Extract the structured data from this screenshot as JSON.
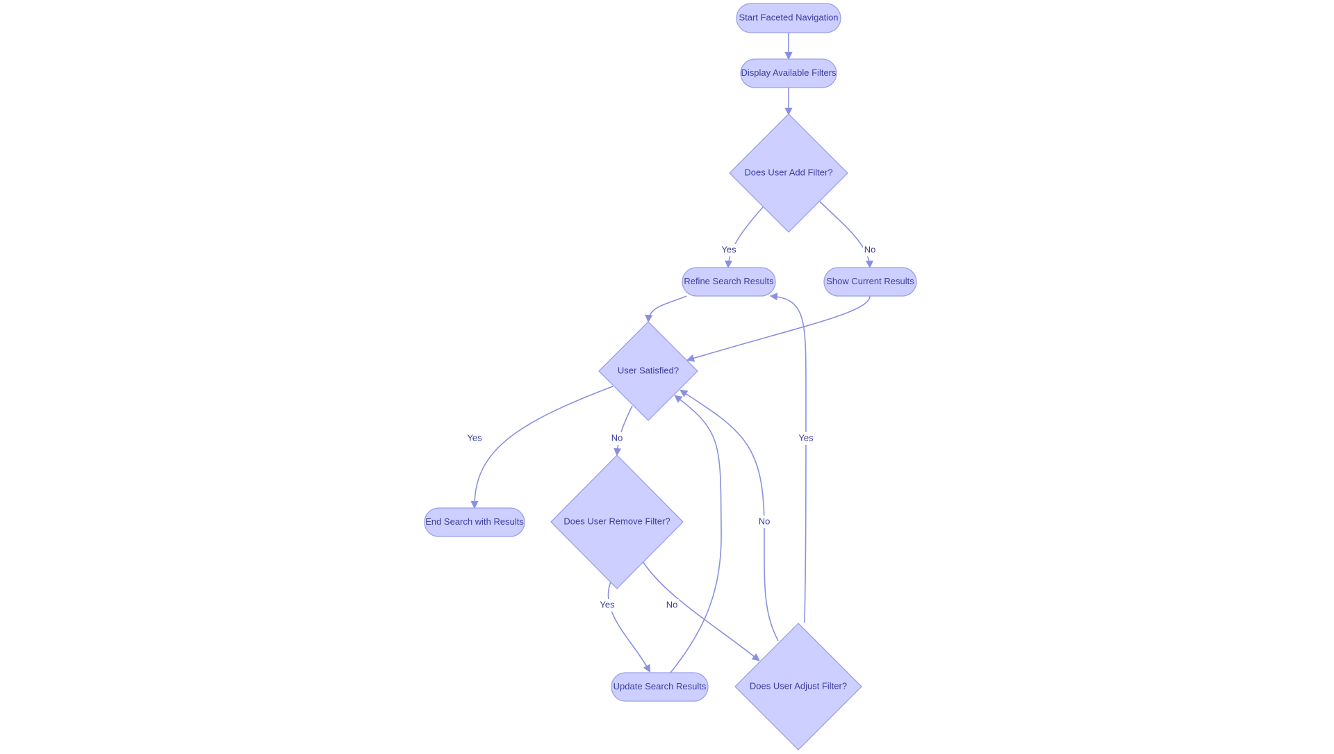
{
  "colors": {
    "node_fill": "#cccfff",
    "node_stroke": "#9aa0e8",
    "edge": "#8a90e0",
    "text": "#3b3f9e",
    "background": "#ffffff"
  },
  "nodes": {
    "start": "Start Faceted Navigation",
    "display": "Display Available Filters",
    "add_filter": "Does User Add Filter?",
    "refine": "Refine Search Results",
    "show_current": "Show Current Results",
    "satisfied": "User Satisfied?",
    "end": "End Search with Results",
    "remove_filter": "Does User Remove Filter?",
    "update": "Update Search Results",
    "adjust_filter": "Does User Adjust Filter?"
  },
  "edge_labels": {
    "add_yes": "Yes",
    "add_no": "No",
    "satisfied_yes": "Yes",
    "satisfied_no": "No",
    "remove_yes": "Yes",
    "remove_no": "No",
    "adjust_no": "No",
    "adjust_yes": "Yes"
  }
}
